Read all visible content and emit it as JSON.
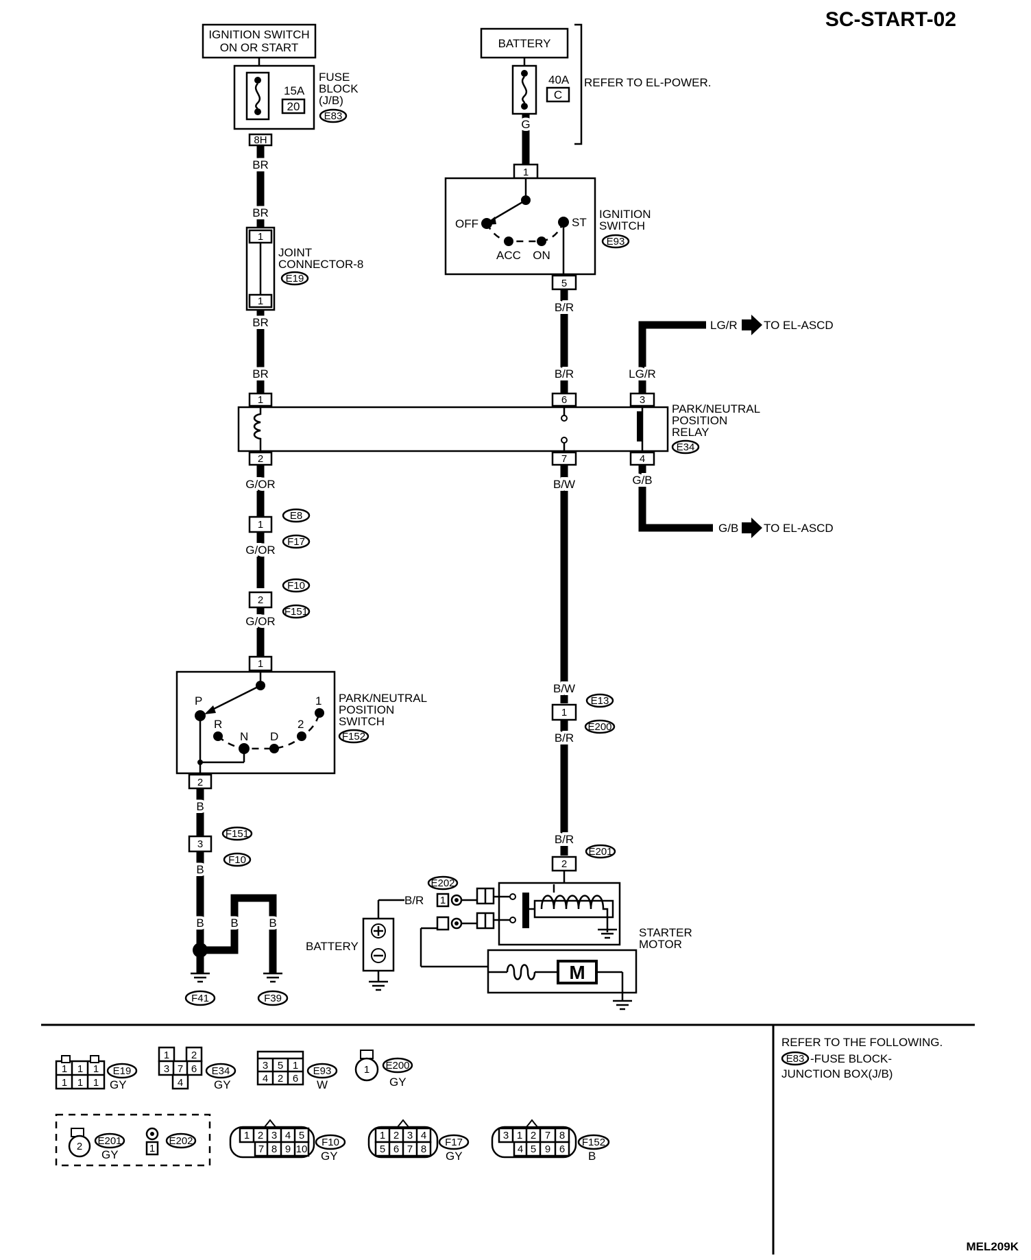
{
  "page_id": "SC-START-02",
  "figure_code": "MEL209K",
  "top": {
    "ignition_source_line1": "IGNITION SWITCH",
    "ignition_source_line2": "ON OR START",
    "battery": "BATTERY",
    "fuse_15a": "15A",
    "fuse_15a_num": "20",
    "fuse_block_l1": "FUSE",
    "fuse_block_l2": "BLOCK",
    "fuse_block_l3": "(J/B)",
    "fuse_block_conn": "E83",
    "fuse_block_pin": "8H",
    "fuse_40a": "40A",
    "fuse_40a_letter": "C",
    "refer_power": "REFER TO EL-POWER.",
    "wire_g": "G"
  },
  "ignition_switch": {
    "label_l1": "IGNITION",
    "label_l2": "SWITCH",
    "conn": "E93",
    "pin_in": "1",
    "pin_out": "5",
    "pos_off": "OFF",
    "pos_acc": "ACC",
    "pos_on": "ON",
    "pos_st": "ST"
  },
  "joint_connector": {
    "label_l1": "JOINT",
    "label_l2": "CONNECTOR-8",
    "conn": "E19",
    "pin_top": "1",
    "pin_bottom": "1"
  },
  "relay": {
    "label_l1": "PARK/NEUTRAL",
    "label_l2": "POSITION",
    "label_l3": "RELAY",
    "conn": "E34",
    "pins": [
      "1",
      "2",
      "6",
      "7",
      "3",
      "4"
    ]
  },
  "ascd": {
    "top_wire": "LG/R",
    "top_dest": "TO EL-ASCD",
    "bottom_wire": "G/B",
    "bottom_dest": "TO EL-ASCD"
  },
  "wires": {
    "br": "BR",
    "br_r": "B/R",
    "lg_r": "LG/R",
    "g_or": "G/OR",
    "b_w": "B/W",
    "g_b": "G/B",
    "b": "B"
  },
  "left_connectors": {
    "c1_pin": "1",
    "c1_a": "E8",
    "c1_b": "F17",
    "c2_pin": "2",
    "c2_a": "F10",
    "c2_b": "F151",
    "c3_pin": "3",
    "c3_a": "F151",
    "c3_b": "F10"
  },
  "pn_switch": {
    "label_l1": "PARK/NEUTRAL",
    "label_l2": "POSITION",
    "label_l3": "SWITCH",
    "conn": "F152",
    "pin_in": "1",
    "pin_out": "2",
    "pos_p": "P",
    "pos_r": "R",
    "pos_n": "N",
    "pos_d": "D",
    "pos_2": "2",
    "pos_1": "1"
  },
  "right_connectors": {
    "e13_pin": "1",
    "e13_a": "E13",
    "e13_b": "E200",
    "e201_pin": "2",
    "e201": "E201",
    "e202": "E202",
    "e202_pin": "1"
  },
  "grounds": {
    "g1": "F41",
    "g2": "F39"
  },
  "starter": {
    "label_l1": "STARTER",
    "label_l2": "MOTOR",
    "battery": "BATTERY",
    "motor": "M"
  },
  "legend": {
    "e19": {
      "conn": "E19",
      "color": "GY",
      "pins": [
        "1",
        "1",
        "1",
        "1",
        "1",
        "1"
      ]
    },
    "e34": {
      "conn": "E34",
      "color": "GY",
      "pins": [
        "1",
        "2",
        "3",
        "7",
        "6",
        "4"
      ]
    },
    "e93": {
      "conn": "E93",
      "color": "W",
      "pins": [
        "3",
        "5",
        "1",
        "4",
        "2",
        "6"
      ]
    },
    "e200": {
      "conn": "E200",
      "color": "GY",
      "pin": "1"
    },
    "e201": {
      "conn": "E201",
      "color": "GY",
      "pin": "2"
    },
    "e202": {
      "conn": "E202",
      "pin": "1"
    },
    "f10": {
      "conn": "F10",
      "color": "GY",
      "pins": [
        "1",
        "2",
        "3",
        "4",
        "5",
        "7",
        "8",
        "9",
        "10"
      ]
    },
    "f17": {
      "conn": "F17",
      "color": "GY",
      "pins": [
        "1",
        "2",
        "3",
        "4",
        "5",
        "6",
        "7",
        "8"
      ]
    },
    "f152": {
      "conn": "F152",
      "color": "B",
      "pins": [
        "3",
        "1",
        "2",
        "7",
        "8",
        "4",
        "5",
        "9",
        "6"
      ]
    }
  },
  "refer_note": {
    "line1": "REFER TO THE FOLLOWING.",
    "conn": "E83",
    "line2": "-FUSE BLOCK-",
    "line3": "JUNCTION BOX(J/B)"
  }
}
